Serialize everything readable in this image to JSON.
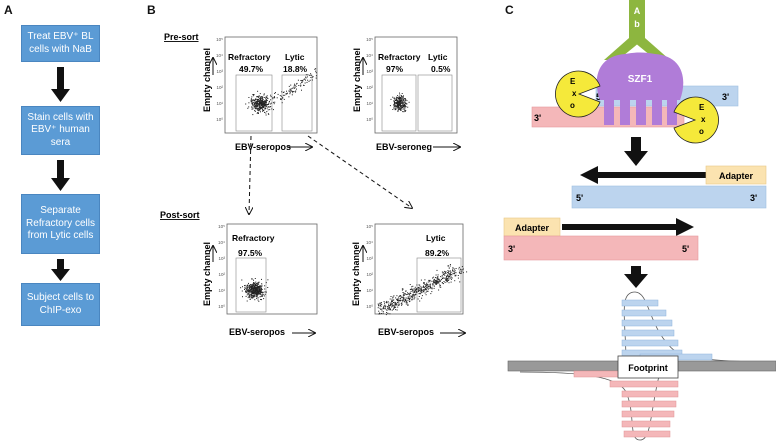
{
  "panels": {
    "a": "A",
    "b": "B",
    "c": "C"
  },
  "flowchart": {
    "steps": [
      "Treat EBV⁺ BL cells with NaB",
      "Stain cells with EBV⁺ human sera",
      "Separate Refractory cells from Lytic cells",
      "Subject cells to ChIP-exo"
    ]
  },
  "flow_panel": {
    "presort_label": "Pre-sort",
    "postsort_label": "Post-sort",
    "y_axis_label": "Empty channel",
    "plots": [
      {
        "id": "pre-seropos",
        "xlabel": "EBV-seropos",
        "gates": [
          {
            "name": "Refractory",
            "pct": "49.7%"
          },
          {
            "name": "Lytic",
            "pct": "18.8%"
          }
        ]
      },
      {
        "id": "pre-seroneg",
        "xlabel": "EBV-seroneg",
        "gates": [
          {
            "name": "Refractory",
            "pct": "97%"
          },
          {
            "name": "Lytic",
            "pct": "0.5%"
          }
        ]
      },
      {
        "id": "post-refractory",
        "xlabel": "EBV-seropos",
        "gates": [
          {
            "name": "Refractory",
            "pct": "97.5%"
          }
        ]
      },
      {
        "id": "post-lytic",
        "xlabel": "EBV-seropos",
        "gates": [
          {
            "name": "Lytic",
            "pct": "89.2%"
          }
        ]
      }
    ],
    "ticks": [
      "10⁵",
      "10⁴",
      "10³",
      "10²",
      "10¹",
      "10⁰"
    ]
  },
  "chipexo": {
    "antibody": "Ab",
    "antibody_letters": [
      "A",
      "b"
    ],
    "protein": "SZF1",
    "exo_letters": [
      "E",
      "x",
      "o"
    ],
    "five_prime": "5'",
    "three_prime": "3'",
    "adapter": "Adapter",
    "footprint": "Footprint",
    "colors": {
      "blue": "#bcd4ee",
      "red": "#f4b7b9",
      "purple": "#b07cd8",
      "green": "#8db63f",
      "yellow": "#f5e93a",
      "adapter": "#fbe3b0"
    }
  }
}
